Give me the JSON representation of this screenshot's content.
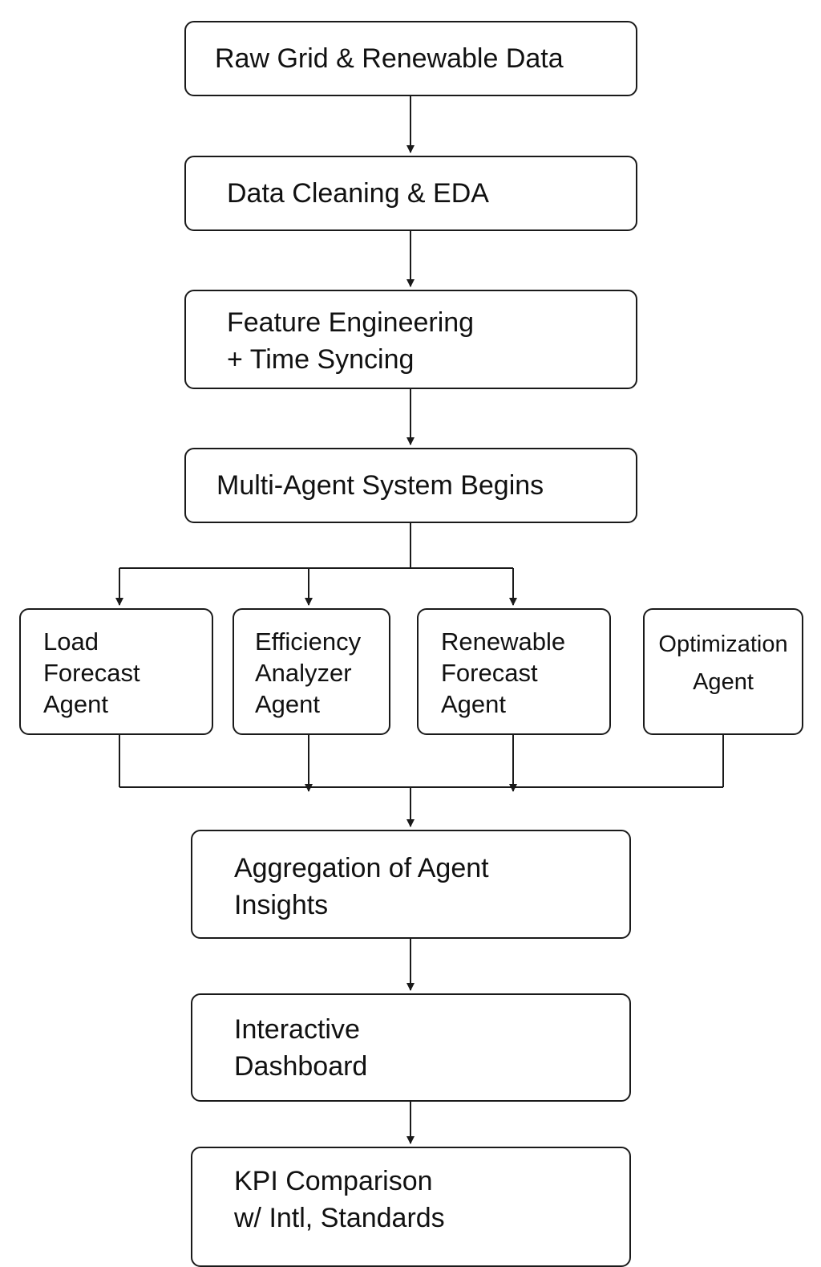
{
  "diagram": {
    "pipeline": {
      "raw_data": "Raw Grid & Renewable Data",
      "cleaning": "Data Cleaning & EDA",
      "feature_engineering": [
        "Feature Engineering",
        "+ Time Syncing"
      ],
      "multi_agent": "Multi-Agent System Begins",
      "aggregation": [
        "Aggregation of Agent",
        "Insights"
      ],
      "dashboard": [
        "Interactive",
        "Dashboard"
      ],
      "kpi": [
        "KPI Comparison",
        "w/ Intl, Standards"
      ]
    },
    "agents": [
      {
        "lines": [
          "Load",
          "Forecast",
          "Agent"
        ]
      },
      {
        "lines": [
          "Efficiency",
          "Analyzer",
          "Agent"
        ]
      },
      {
        "lines": [
          "Renewable",
          "Forecast",
          "Agent"
        ]
      },
      {
        "lines": [
          "Optimization",
          "Agent"
        ]
      }
    ]
  }
}
